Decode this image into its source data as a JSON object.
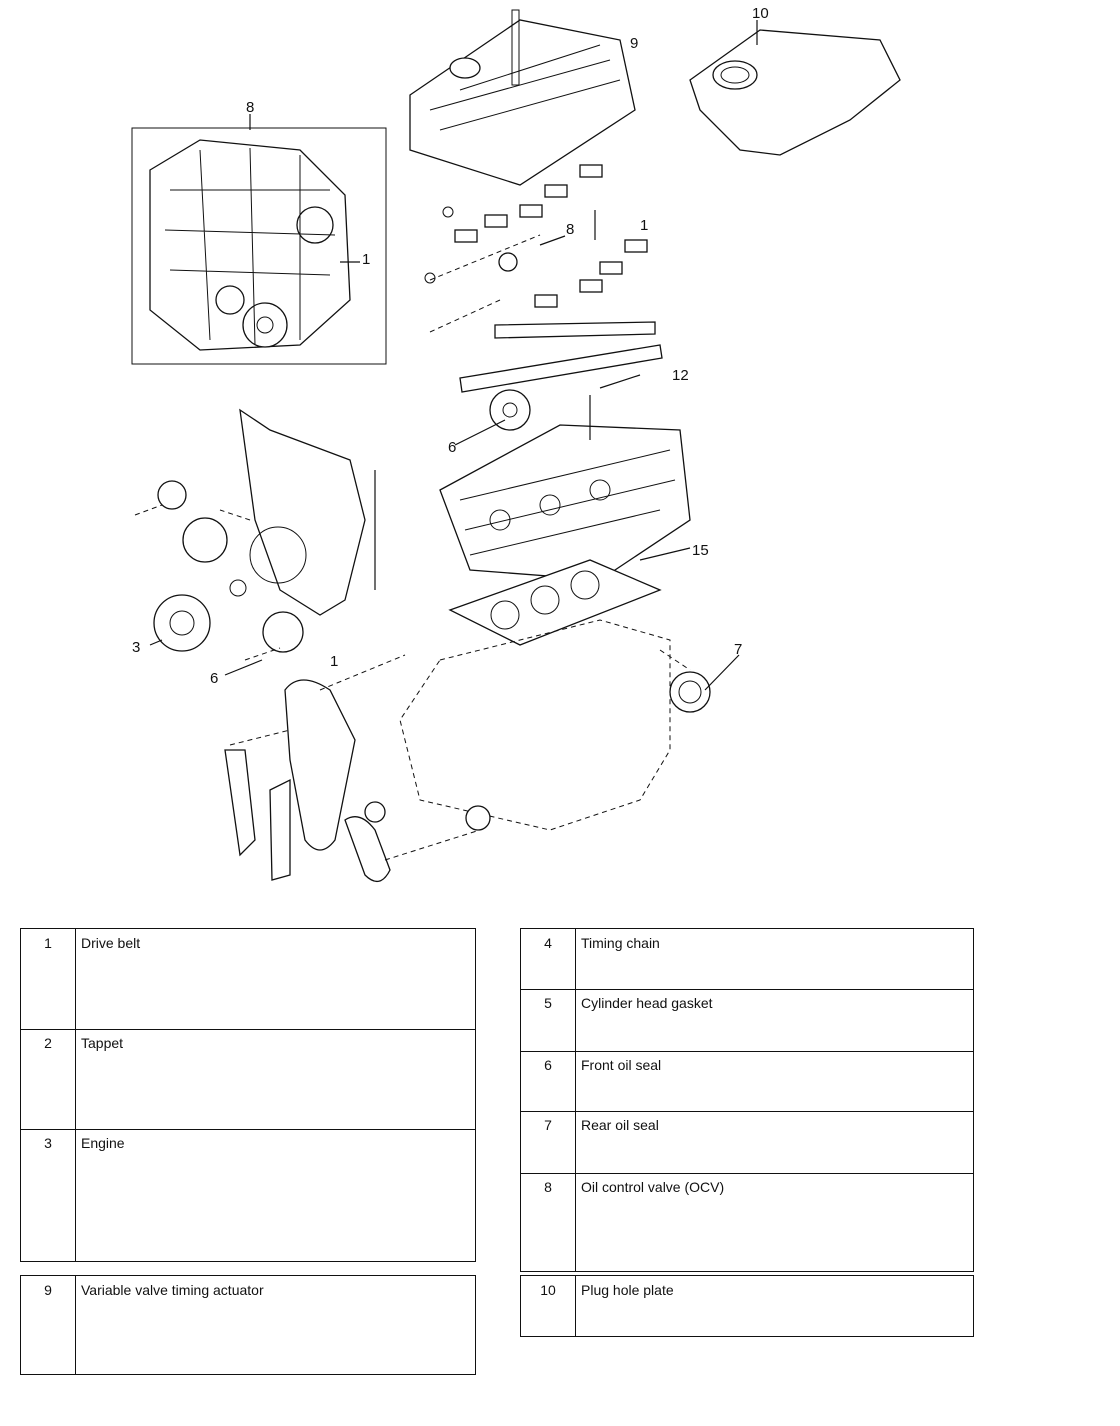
{
  "callouts": [
    "8",
    "9",
    "10",
    "8",
    "1",
    "12",
    "6",
    "15",
    "1",
    "3",
    "6",
    "7",
    "1"
  ],
  "legend_left": [
    {
      "num": "1",
      "label": "Drive belt"
    },
    {
      "num": "2",
      "label": "Tappet"
    },
    {
      "num": "3",
      "label": "Engine"
    }
  ],
  "legend_right": [
    {
      "num": "4",
      "label": "Timing chain"
    },
    {
      "num": "5",
      "label": "Cylinder head gasket"
    },
    {
      "num": "6",
      "label": "Front oil seal"
    },
    {
      "num": "7",
      "label": "Rear oil seal"
    },
    {
      "num": "8",
      "label": "Oil control valve (OCV)"
    }
  ],
  "legend_left2": [
    {
      "num": "9",
      "label": "Variable valve timing actuator"
    }
  ],
  "legend_right2": [
    {
      "num": "10",
      "label": "Plug hole plate"
    }
  ]
}
